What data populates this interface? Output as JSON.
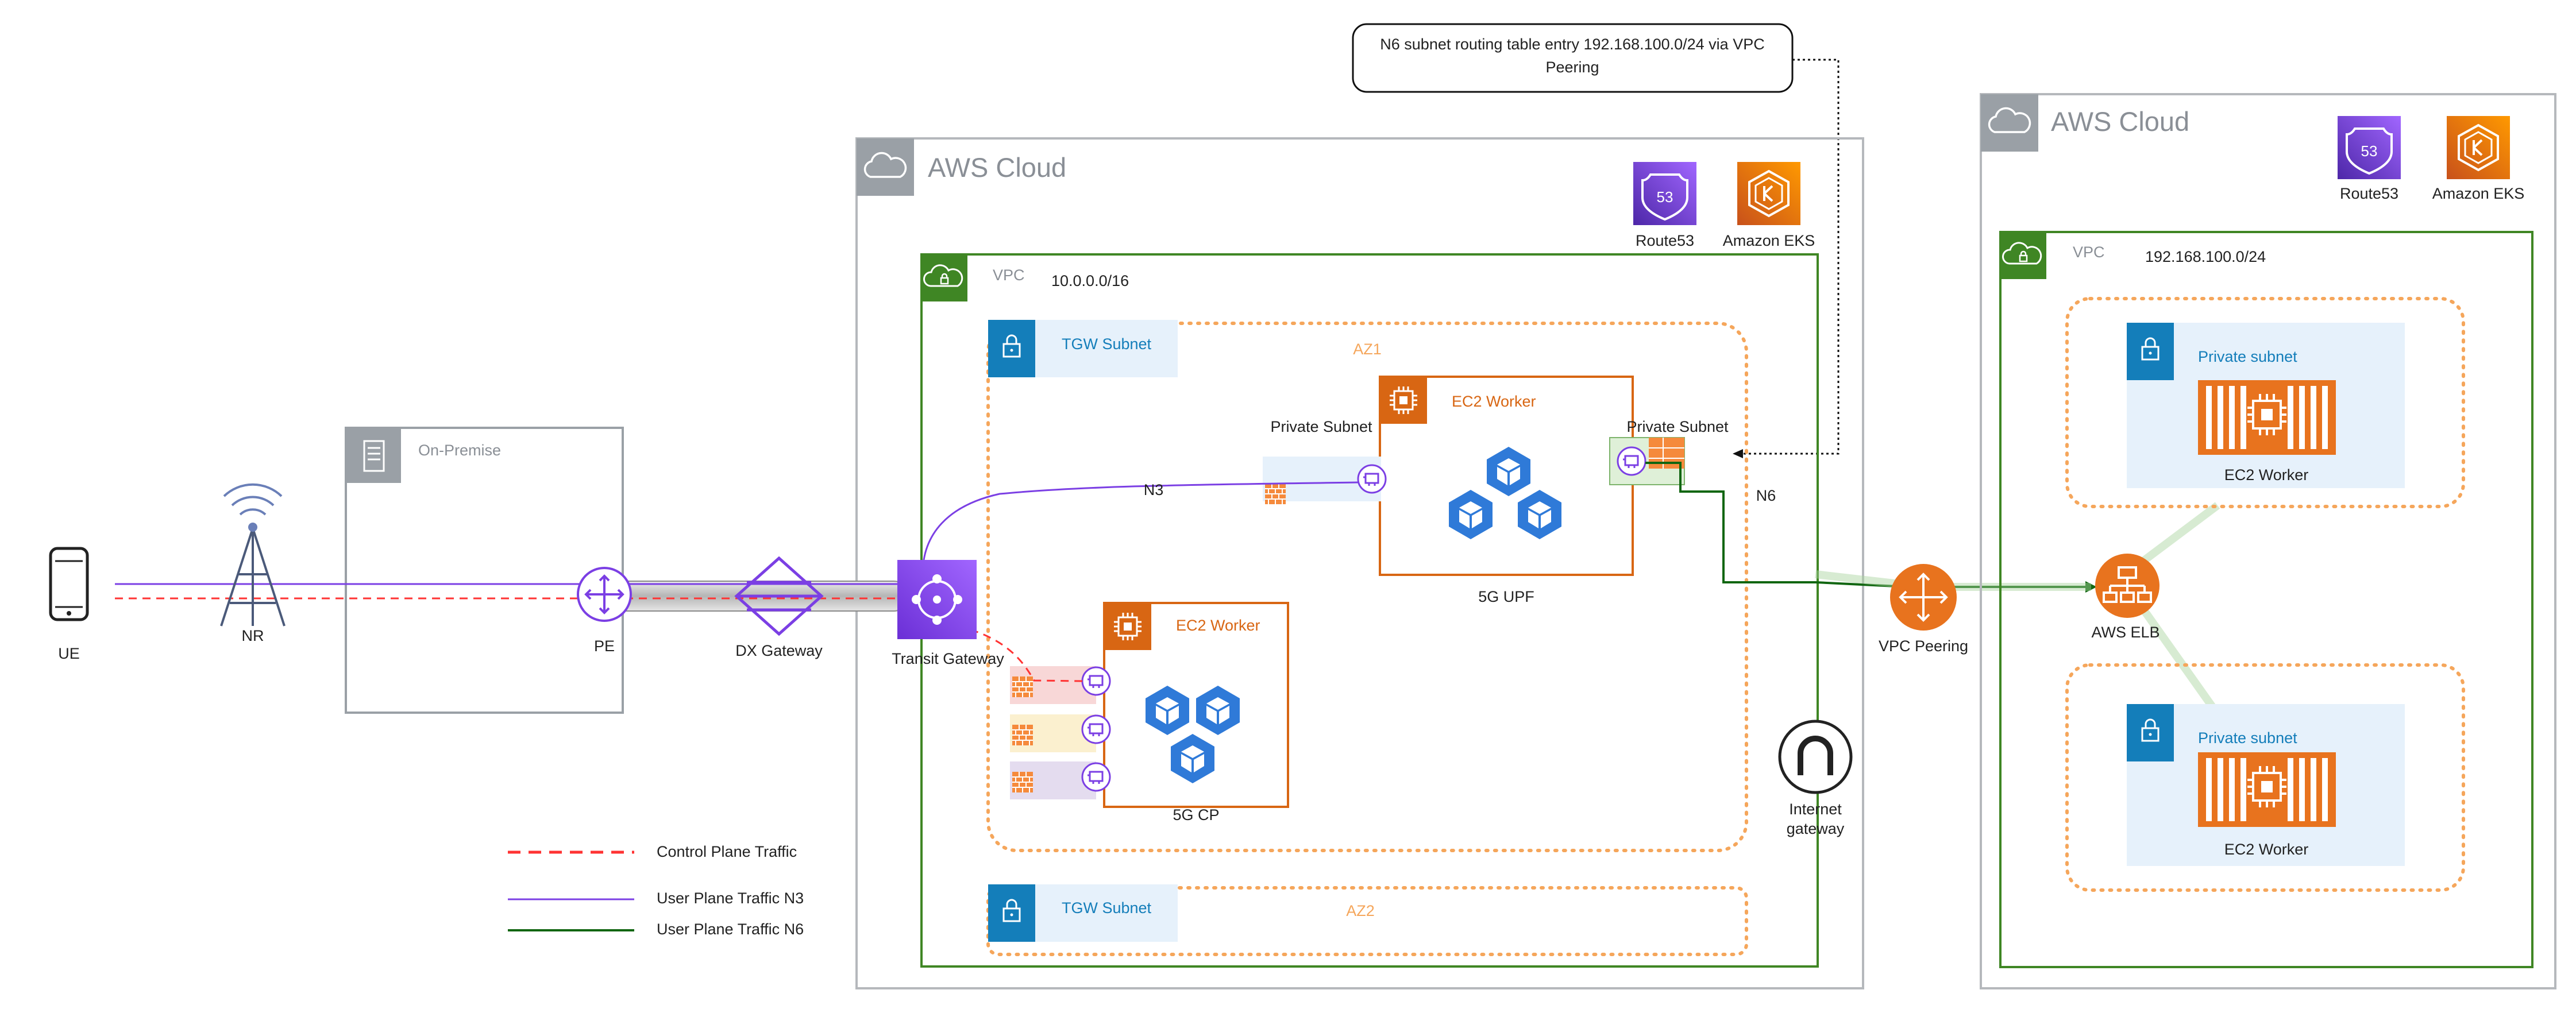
{
  "callout": {
    "line1": "N6 subnet routing table entry 192.168.100.0/24 via VPC",
    "line2": "Peering"
  },
  "left_cloud": {
    "title": "AWS Cloud",
    "route53_label": "Route53",
    "eks_label": "Amazon EKS",
    "vpc_label": "VPC",
    "vpc_cidr": "10.0.0.0/16",
    "az1_label": "AZ1",
    "az2_label": "AZ2",
    "tgw_subnet_1": "TGW Subnet",
    "tgw_subnet_2": "TGW Subnet",
    "private_subnet_upf_left": "Private Subnet",
    "private_subnet_upf_right": "Private Subnet",
    "upf_worker_label": "EC2 Worker",
    "upf_label": "5G UPF",
    "cp_worker_label": "EC2 Worker",
    "cp_label": "5G CP",
    "transit_gateway_label": "Transit Gateway",
    "internet_gateway_line1": "Internet",
    "internet_gateway_line2": "gateway",
    "n3_label": "N3",
    "n6_label": "N6"
  },
  "on_premise": {
    "title": "On-Premise",
    "pe_label": "PE",
    "dx_gateway_label": "DX Gateway"
  },
  "radio": {
    "ue_label": "UE",
    "nr_label": "NR"
  },
  "vpc_peering_label": "VPC Peering",
  "right_cloud": {
    "title": "AWS Cloud",
    "route53_label": "Route53",
    "eks_label": "Amazon EKS",
    "vpc_label": "VPC",
    "vpc_cidr": "192.168.100.0/24",
    "private_subnet_1": "Private subnet",
    "private_subnet_2": "Private subnet",
    "worker_1_label": "EC2 Worker",
    "worker_2_label": "EC2 Worker",
    "elb_label": "AWS ELB"
  },
  "legend": {
    "control_plane": "Control Plane Traffic",
    "user_plane_n3": "User Plane Traffic N3",
    "user_plane_n6": "User Plane Traffic N6"
  },
  "colors": {
    "vpc_green": "#3f8624",
    "aws_orange": "#d86613",
    "purple": "#7b3fe4",
    "control_red": "#ff3333",
    "n6_green": "#116611",
    "subnet_blue": "#147eba",
    "az_orange": "#f5a65b"
  },
  "icons": [
    "cloud-icon",
    "route53-icon",
    "eks-icon",
    "vpc-lock-icon",
    "subnet-lock-icon",
    "ec2-chip-icon",
    "kubernetes-pod-icon",
    "eni-icon",
    "firewall-icon",
    "transit-gateway-icon",
    "dx-gateway-icon",
    "router-icon",
    "server-icon",
    "radio-tower-icon",
    "phone-icon",
    "internet-gateway-icon",
    "elb-icon",
    "vpc-peering-icon",
    "route-table-icon"
  ]
}
